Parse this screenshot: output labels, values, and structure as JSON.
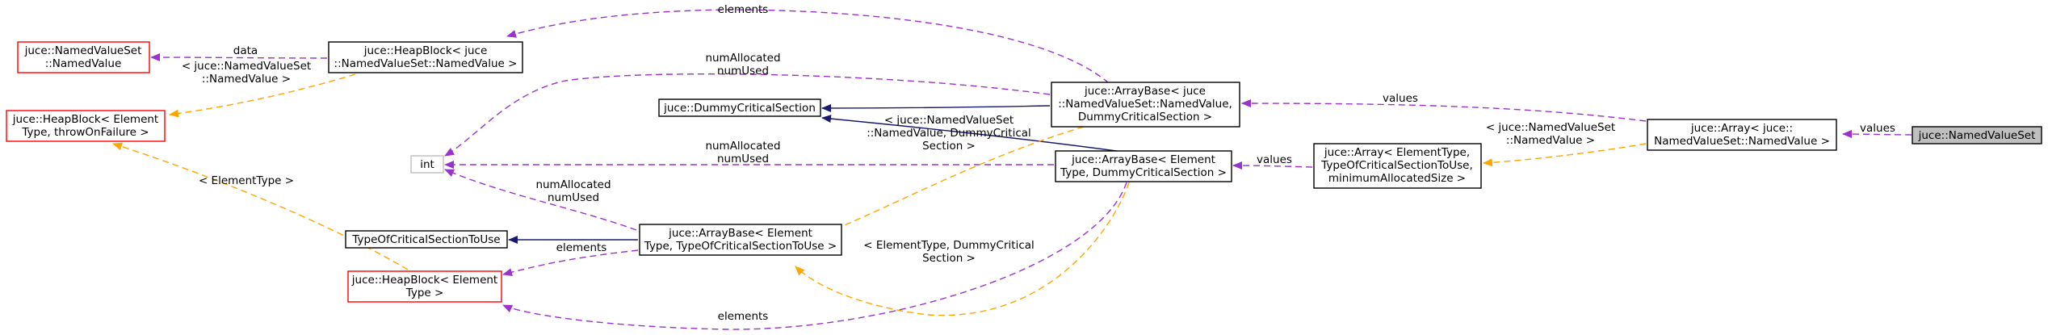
{
  "colors": {
    "member_edge": "#9a32cd",
    "template_edge": "#ffa500",
    "inherit_edge": "#191970",
    "incomplete_node_border": "#ff0000",
    "focus_node_fill": "#bfbfbf"
  },
  "nodes": {
    "named_value_set": {
      "lines": [
        "juce::NamedValueSet"
      ]
    },
    "array_named_value": {
      "lines": [
        "juce::Array< juce::",
        "NamedValueSet::NamedValue >"
      ]
    },
    "array_generic": {
      "lines": [
        "juce::Array< ElementType,",
        "TypeOfCriticalSectionToUse,",
        "minimumAllocatedSize >"
      ]
    },
    "arraybase_named_value": {
      "lines": [
        "juce::ArrayBase< juce",
        "::NamedValueSet::NamedValue,",
        "DummyCriticalSection >"
      ]
    },
    "arraybase_dummy": {
      "lines": [
        "juce::ArrayBase< Element",
        "Type, DummyCriticalSection >"
      ]
    },
    "arraybase_generic": {
      "lines": [
        "juce::ArrayBase< Element",
        "Type, TypeOfCriticalSectionToUse >"
      ]
    },
    "dummy_critical_section": {
      "lines": [
        "juce::DummyCriticalSection"
      ]
    },
    "int": {
      "lines": [
        "int"
      ]
    },
    "type_of_critical_section": {
      "lines": [
        "TypeOfCriticalSectionToUse"
      ]
    },
    "heapblock_named_value": {
      "lines": [
        "juce::HeapBlock< juce",
        "::NamedValueSet::NamedValue >"
      ]
    },
    "heapblock_element_throw": {
      "lines": [
        "juce::HeapBlock< Element",
        "Type, throwOnFailure >"
      ]
    },
    "heapblock_element": {
      "lines": [
        "juce::HeapBlock< Element",
        "Type >"
      ]
    },
    "named_value": {
      "lines": [
        "juce::NamedValueSet",
        "::NamedValue"
      ]
    }
  },
  "edge_labels": {
    "values_1": [
      "values"
    ],
    "values_2": [
      "values"
    ],
    "values_3": [
      "values"
    ],
    "tmpl_named_value_set": [
      "< juce::NamedValueSet",
      "::NamedValue >"
    ],
    "elements_top": [
      "elements"
    ],
    "num_top": [
      "numAllocated",
      "numUsed"
    ],
    "num_mid": [
      "numAllocated",
      "numUsed"
    ],
    "num_low": [
      "numAllocated",
      "numUsed"
    ],
    "tmpl_named_dummy": [
      "< juce::NamedValueSet",
      "::NamedValue, DummyCritical",
      "Section >"
    ],
    "data": [
      "data"
    ],
    "tmpl_heap_named": [
      "< juce::NamedValueSet",
      "::NamedValue >"
    ],
    "tmpl_element_type": [
      "< ElementType >"
    ],
    "elements_mid": [
      "elements"
    ],
    "elements_bottom": [
      "elements"
    ],
    "tmpl_element_dummy": [
      "< ElementType, DummyCritical",
      "Section >"
    ]
  }
}
